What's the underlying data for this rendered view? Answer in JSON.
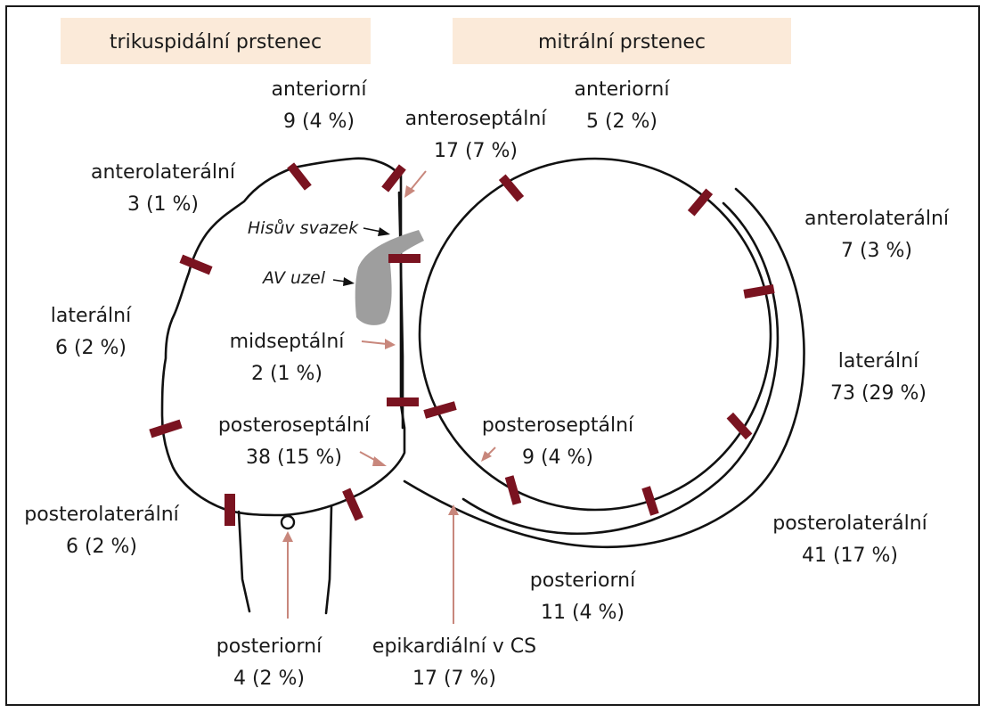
{
  "headers": {
    "tricuspid": "trikuspidální prstenec",
    "mitral": "mitrální prstenec"
  },
  "colors": {
    "header_bg": "#fbead9",
    "marker": "#7a1320",
    "pointer": "#c8877c",
    "node": "#9e9e9e"
  },
  "anatomy": {
    "his_bundle": "Hisův svazek",
    "av_node": "AV uzel"
  },
  "tricuspid_sites": [
    {
      "name": "anteriorní",
      "value": "9 (4 %)"
    },
    {
      "name": "anteroseptální",
      "value": "17 (7 %)"
    },
    {
      "name": "anterolaterální",
      "value": "3 (1 %)"
    },
    {
      "name": "laterální",
      "value": "6 (2 %)"
    },
    {
      "name": "midseptální",
      "value": "2 (1 %)"
    },
    {
      "name": "posteroseptální",
      "value": "38 (15 %)"
    },
    {
      "name": "posterolaterální",
      "value": "6 (2 %)"
    },
    {
      "name": "posteriorní",
      "value": "4 (2 %)"
    }
  ],
  "mitral_sites": [
    {
      "name": "anteriorní",
      "value": "5 (2 %)"
    },
    {
      "name": "anterolaterální",
      "value": "7 (3 %)"
    },
    {
      "name": "laterální",
      "value": "73 (29 %)"
    },
    {
      "name": "posteroseptální",
      "value": "9 (4 %)"
    },
    {
      "name": "posterolaterální",
      "value": "41 (17 %)"
    },
    {
      "name": "posteriorní",
      "value": "11 (4 %)"
    }
  ],
  "epicardial": {
    "name": "epikardiální v CS",
    "value": "17 (7 %)"
  }
}
